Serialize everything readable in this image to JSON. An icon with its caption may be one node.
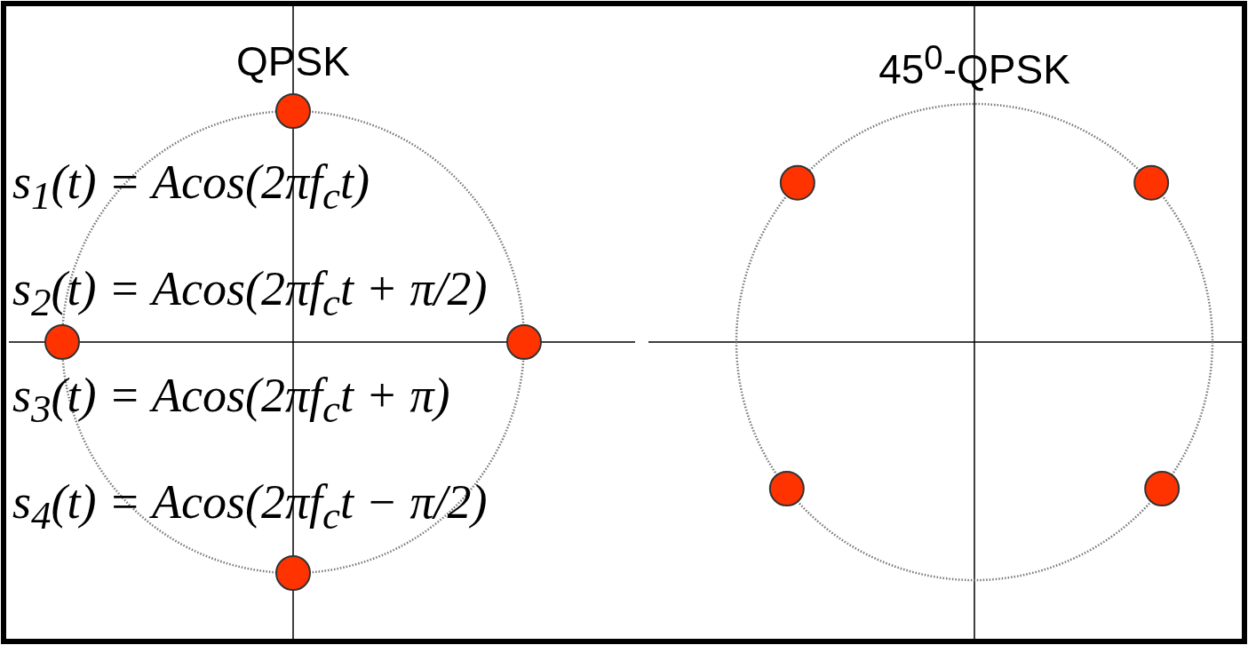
{
  "diagram": {
    "labels": [
      "QPSK",
      "45$^{0}$-QPSK",
      "s$_{1}$(t) = Acos(2πf$_{c}$t)",
      "s$_{2}$(t) = Acos(2πf$_{c}$t + π/2)",
      "s$_{3}$(t) = Acos(2πf$_{c}$t + π)",
      "s$_{4}$(t) = Acos(2πf$_{c}$t − π/2)"
    ]
  }
}
